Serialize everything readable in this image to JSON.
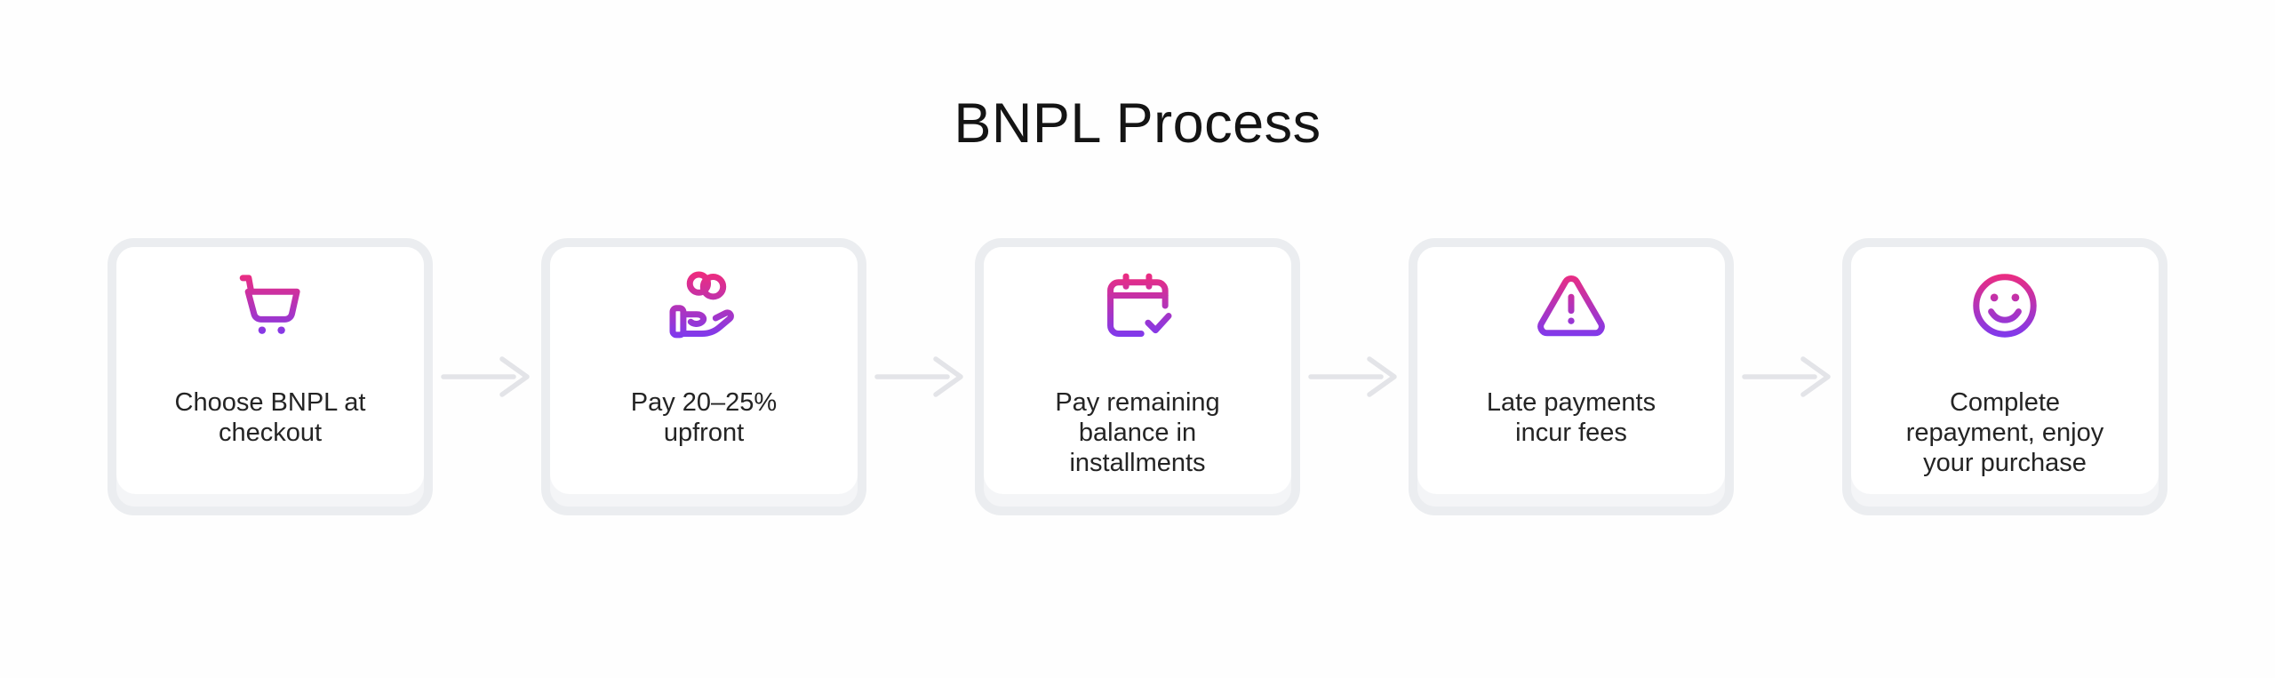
{
  "title": "BNPL Process",
  "steps": [
    {
      "icon": "shopping-cart-icon",
      "label": "Choose BNPL at\ncheckout"
    },
    {
      "icon": "hand-coins-icon",
      "label": "Pay 20–25%\nupfront"
    },
    {
      "icon": "calendar-check-icon",
      "label": "Pay remaining\nbalance in\ninstallments"
    },
    {
      "icon": "warning-triangle-icon",
      "label": "Late payments\nincur fees"
    },
    {
      "icon": "smiley-face-icon",
      "label": "Complete\nrepayment, enjoy\nyour purchase"
    }
  ],
  "connector_icon": "arrow-right-icon",
  "colors": {
    "icon_gradient_top": "#ee2c7e",
    "icon_gradient_bottom": "#7c3af0",
    "arrow": "#e3e4e8",
    "card_border": "#ebedf0",
    "card_band": "#f4f5f7",
    "text": "#242424",
    "title": "#141414"
  }
}
